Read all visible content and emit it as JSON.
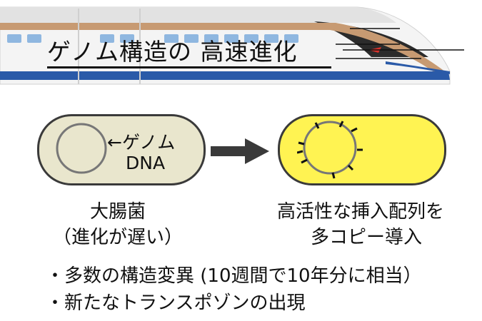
{
  "title": "ゲノム構造の 高速進化",
  "left_cell": {
    "genome_label": "←ゲノム",
    "dna_label": "DNA",
    "caption_line1": "大腸菌",
    "caption_line2": "（進化が遅い）"
  },
  "right_cell": {
    "caption_line1": "高活性な挿入配列を",
    "caption_line2": "多コピー導入"
  },
  "bullets": [
    "・多数の構造変異 (10週間で10年分に相当）",
    "・新たなトランスポゾンの出現"
  ],
  "colors": {
    "train_body": "#f4f4f4",
    "train_stripe": "#c79a72",
    "train_blue": "#2a5aa8",
    "train_window": "#8fb7e0",
    "ecoli_fill": "#e9e6cd",
    "engineered_fill": "#fff352",
    "outline": "#3a3a3a",
    "genome_ring": "#777777"
  }
}
